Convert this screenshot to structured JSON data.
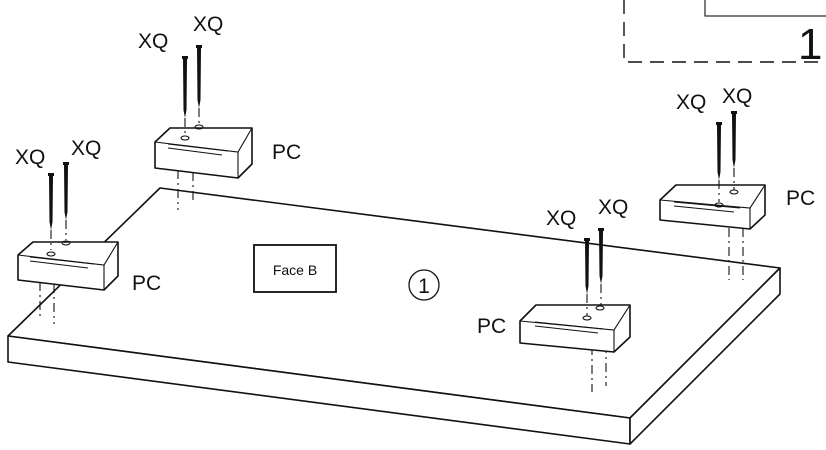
{
  "labels": {
    "fastener": "XQ",
    "block": "PC",
    "face": "Face B",
    "panel_number": "1",
    "step_number": "1"
  },
  "icons": [
    "screw-icon",
    "corner-block-icon",
    "panel-icon"
  ]
}
